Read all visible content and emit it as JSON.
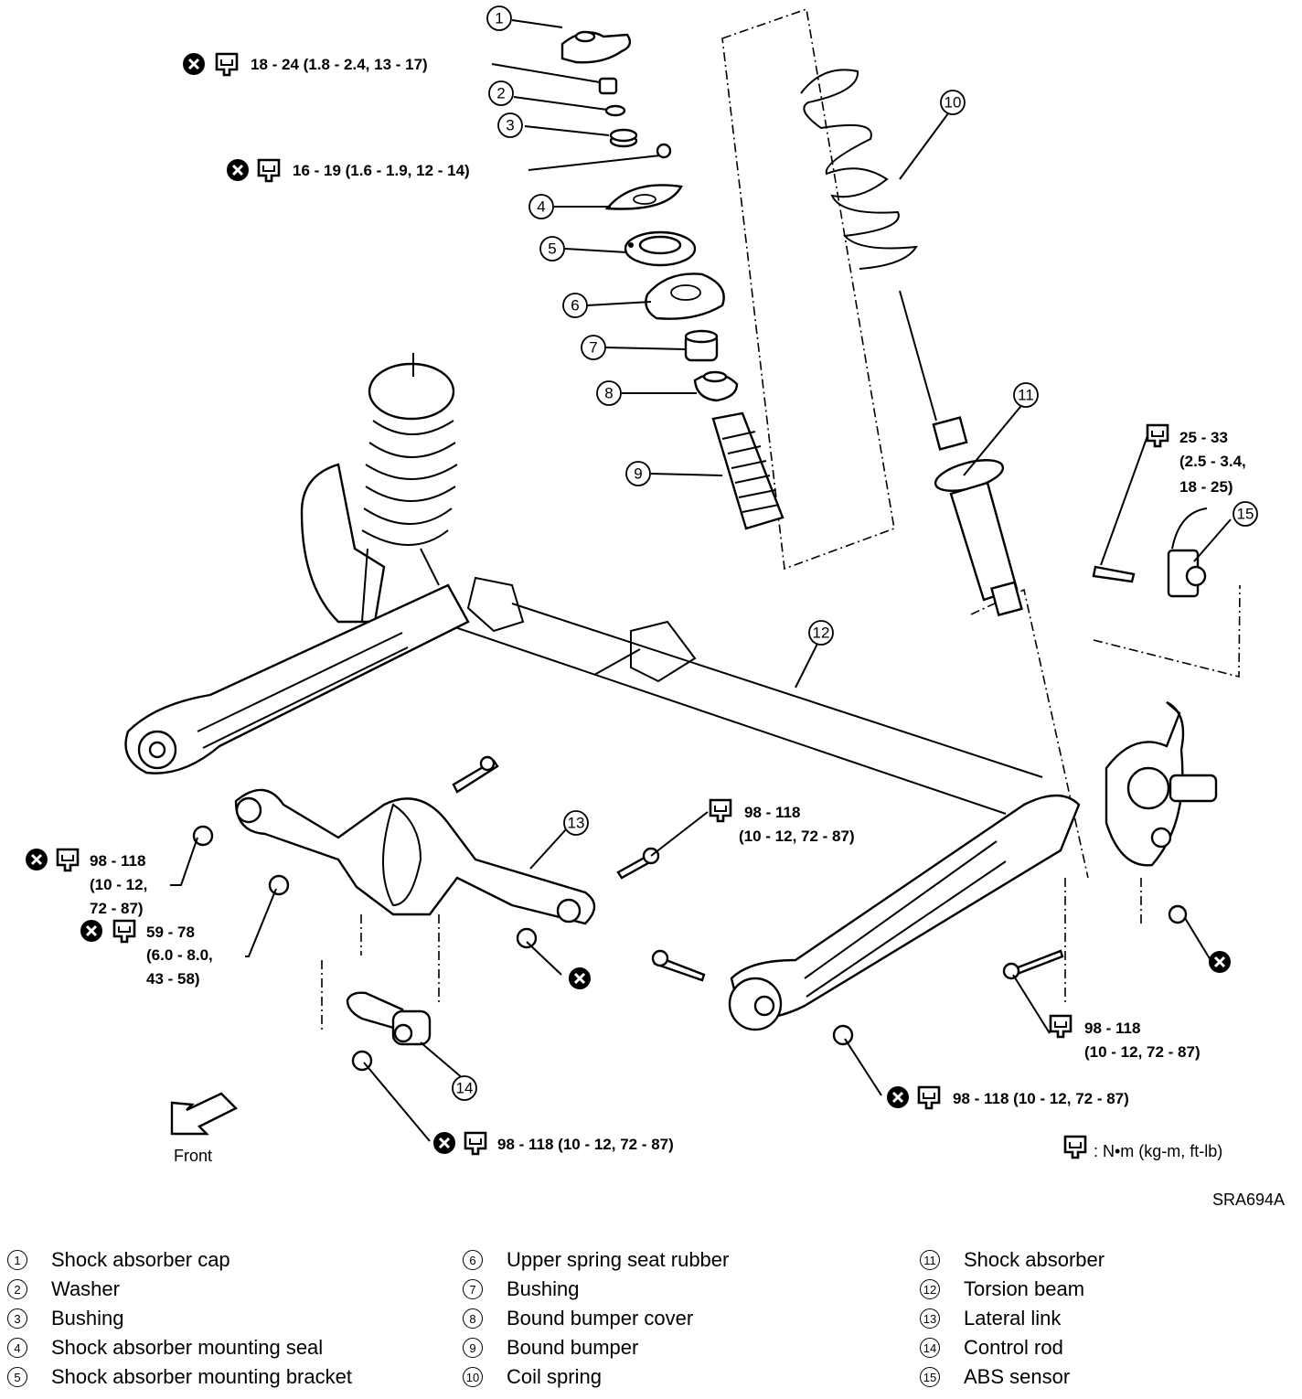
{
  "torque_specs": {
    "t1": "18 - 24 (1.8 - 2.4, 13 - 17)",
    "t2": "16 - 19 (1.6 - 1.9, 12 - 14)",
    "t3_line1": "25 - 33",
    "t3_line2": "(2.5 - 3.4,",
    "t3_line3": "18 - 25)",
    "t4_line1": "98 - 118",
    "t4_line2": "(10 - 12, 72 - 87)",
    "t5_line1": "98 - 118",
    "t5_line2": "(10 - 12,",
    "t5_line3": "72 - 87)",
    "t6_line1": "59 - 78",
    "t6_line2": "(6.0 - 8.0,",
    "t6_line3": "43 - 58)",
    "t7_line1": "98 - 118",
    "t7_line2": "(10 - 12, 72 - 87)",
    "t8": "98 - 118 (10 - 12, 72 - 87)",
    "t9": "98 - 118 (10 - 12, 72 - 87)"
  },
  "units_note": ": N•m (kg-m, ft-lb)",
  "front_label": "Front",
  "figure_code": "SRA694A",
  "callout_numbers": [
    "1",
    "2",
    "3",
    "4",
    "5",
    "6",
    "7",
    "8",
    "9",
    "10",
    "11",
    "12",
    "13",
    "14",
    "15"
  ],
  "legend": {
    "col1": [
      {
        "num": "1",
        "label": "Shock absorber cap"
      },
      {
        "num": "2",
        "label": "Washer"
      },
      {
        "num": "3",
        "label": "Bushing"
      },
      {
        "num": "4",
        "label": "Shock absorber mounting seal"
      },
      {
        "num": "5",
        "label": "Shock absorber mounting bracket"
      }
    ],
    "col2": [
      {
        "num": "6",
        "label": "Upper spring seat rubber"
      },
      {
        "num": "7",
        "label": "Bushing"
      },
      {
        "num": "8",
        "label": "Bound bumper cover"
      },
      {
        "num": "9",
        "label": "Bound bumper"
      },
      {
        "num": "10",
        "label": "Coil spring"
      }
    ],
    "col3": [
      {
        "num": "11",
        "label": "Shock absorber"
      },
      {
        "num": "12",
        "label": "Torsion beam"
      },
      {
        "num": "13",
        "label": "Lateral link"
      },
      {
        "num": "14",
        "label": "Control rod"
      },
      {
        "num": "15",
        "label": "ABS sensor"
      }
    ]
  },
  "icons": [
    "replace-part-icon",
    "torque-wrench-icon",
    "front-arrow-icon"
  ]
}
